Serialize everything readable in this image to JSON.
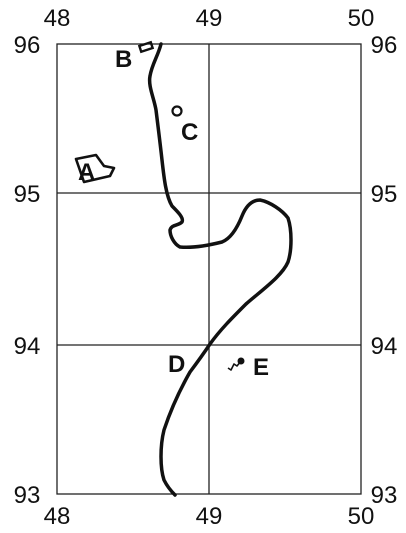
{
  "grid": {
    "x_ticks": [
      "48",
      "49",
      "50"
    ],
    "y_ticks": [
      "96",
      "95",
      "94",
      "93"
    ]
  },
  "markers": {
    "A": {
      "label": "A"
    },
    "B": {
      "label": "B"
    },
    "C": {
      "label": "C"
    },
    "D": {
      "label": "D"
    },
    "E": {
      "label": "E"
    }
  },
  "colors": {
    "ink": "#111111",
    "grid": "#222222",
    "background": "#ffffff"
  }
}
